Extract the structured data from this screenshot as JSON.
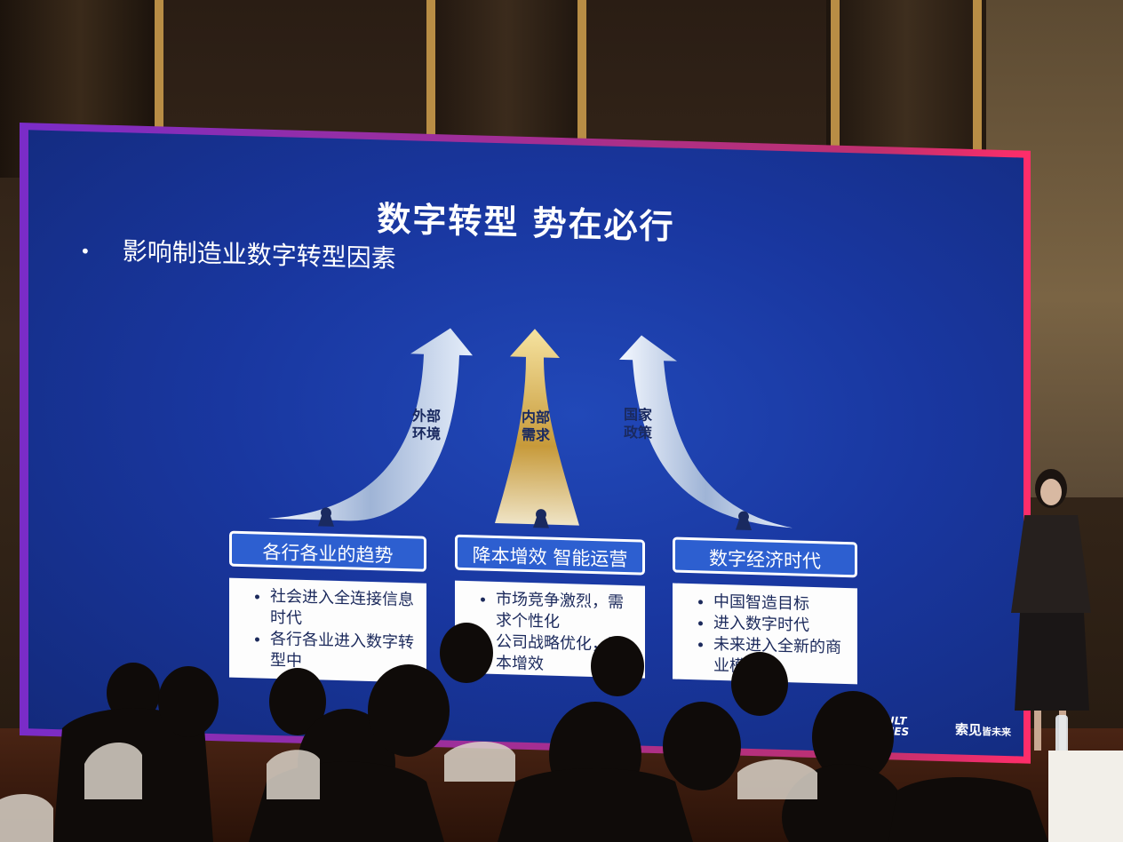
{
  "slide": {
    "title": "数字转型 势在必行",
    "bullet": "影响制造业数字转型因素"
  },
  "arrows": [
    {
      "label_line1": "外部",
      "label_line2": "环境",
      "color": "#c9d8ee"
    },
    {
      "label_line1": "内部",
      "label_line2": "需求",
      "color": "#e3c27a"
    },
    {
      "label_line1": "国家",
      "label_line2": "政策",
      "color": "#c9d8ee"
    }
  ],
  "categories": [
    {
      "title": "各行各业的趋势",
      "items": [
        "社会进入全连接信息时代",
        "各行各业进入数字转型中"
      ]
    },
    {
      "title": "降本增效 智能运营",
      "items": [
        "市场竞争激烈，需求个性化",
        "公司战略优化，降本增效"
      ]
    },
    {
      "title": "数字经济时代",
      "items": [
        "中国智造目标",
        "进入数字时代",
        "未来进入全新的商业模式"
      ]
    }
  ],
  "logos": {
    "dassault_line1": "DASSAULT",
    "dassault_line2": "SYSTEMES",
    "soujian": "索见",
    "soujian_sub": "皆未来"
  },
  "colors": {
    "slide_blue": "#1937a0",
    "box_blue": "#2d5fd0",
    "screen_border": "#c0306e"
  }
}
